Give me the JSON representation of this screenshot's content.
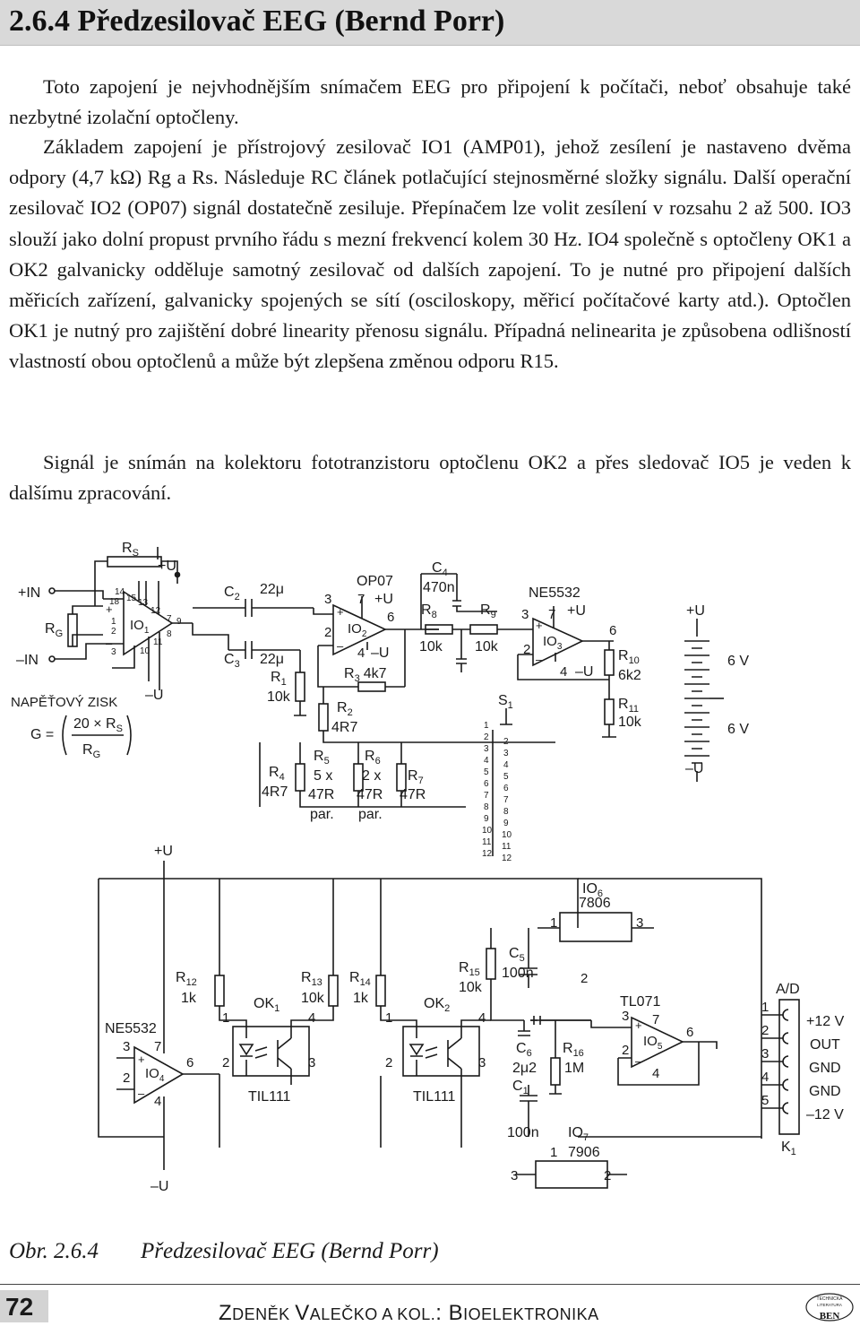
{
  "section_heading": "2.6.4 Předzesilovač EEG (Bernd Porr)",
  "paragraphs": [
    "Toto zapojení je nejvhodnějším snímačem EEG pro připojení k počítači, neboť obsahuje také nezbytné izolační optočleny.",
    "Základem zapojení je přístrojový zesilovač IO1 (AMP01), jehož zesílení je nastaveno dvěma odpory (4,7 kΩ) Rg a Rs. Následuje RC článek potlačující stejnosměrné složky signálu. Další operační zesilovač IO2 (OP07) signál dostatečně zesiluje. Přepínačem lze volit zesílení v rozsahu 2 až 500. IO3 slouží jako dolní propust prvního řádu s mezní frekvencí kolem 30 Hz. IO4 společně s optočleny OK1 a OK2 galvanicky odděluje samotný zesilovač od dalších zapojení. To je nutné pro připojení dalších měřicích zařízení, galvanicky spojených se sítí (osciloskopy, měřicí počítačové karty atd.). Optočlen OK1 je nutný pro zajištění dobré linearity přenosu signálu. Případná nelinearita je způsobena odlišností vlastností obou optočlenů a může být zlepšena změnou odporu R15.",
    "Signál je snímán na kolektoru fototranzistoru optočlenu OK2 a přes sledovač IO5 je veden k dalšímu zpracování."
  ],
  "schematic": {
    "inputs": {
      "plus_in": "+IN",
      "minus_in": "–IN"
    },
    "supply_plus": "+U",
    "supply_minus": "–U",
    "io1": {
      "name": "IO",
      "sub": "1",
      "pins": [
        "14",
        "18",
        "15",
        "13",
        "12",
        "1",
        "2",
        "3",
        "10",
        "11",
        "7",
        "9",
        "8"
      ]
    },
    "rg": {
      "name": "R",
      "sub": "G"
    },
    "rs": {
      "name": "R",
      "sub": "S"
    },
    "gain_caption": "NAPĚŤOVÝ ZISK",
    "gain_formula": {
      "lhs": "G =",
      "numerator": "20 × R",
      "num_sub": "S",
      "denominator": "R",
      "den_sub": "G"
    },
    "c2": {
      "name": "C",
      "sub": "2",
      "value": "22μ"
    },
    "c3": {
      "name": "C",
      "sub": "3",
      "value": "22μ"
    },
    "r1": {
      "name": "R",
      "sub": "1",
      "value": "10k"
    },
    "io2": {
      "type": "OP07",
      "name": "IO",
      "sub": "2",
      "pins": [
        "3",
        "2",
        "6",
        "7",
        "4"
      ]
    },
    "r3": {
      "name": "R",
      "sub": "3",
      "value": "4k7"
    },
    "r2": {
      "name": "R",
      "sub": "2",
      "value": "4R7"
    },
    "r4": {
      "name": "R",
      "sub": "4",
      "value": "4R7"
    },
    "r5": {
      "name": "R",
      "sub": "5",
      "value": "5 x",
      "value2": "47R",
      "note": "par."
    },
    "r6": {
      "name": "R",
      "sub": "6",
      "value": "2 x",
      "value2": "47R",
      "note": "par."
    },
    "r7": {
      "name": "R",
      "sub": "7",
      "value": "47R"
    },
    "c4": {
      "name": "C",
      "sub": "4",
      "value": "470n"
    },
    "r8": {
      "name": "R",
      "sub": "8",
      "value": "10k"
    },
    "r9": {
      "name": "R",
      "sub": "9",
      "value": "10k"
    },
    "io3": {
      "type": "NE5532",
      "name": "IO",
      "sub": "3",
      "pins": [
        "3",
        "2",
        "6",
        "7",
        "4"
      ]
    },
    "r10": {
      "name": "R",
      "sub": "10",
      "value": "6k2"
    },
    "r11": {
      "name": "R",
      "sub": "11",
      "value": "10k"
    },
    "s1": {
      "name": "S",
      "sub": "1",
      "left_positions": [
        "1",
        "2",
        "3",
        "4",
        "5",
        "6",
        "7",
        "8",
        "9",
        "10",
        "11",
        "12"
      ],
      "right_positions": [
        "2",
        "3",
        "4",
        "5",
        "6",
        "7",
        "8",
        "9",
        "10",
        "11",
        "12"
      ]
    },
    "battery_top": "6 V",
    "battery_bottom": "6 V",
    "io4": {
      "type": "NE5532",
      "name": "IO",
      "sub": "4",
      "pins": [
        "3",
        "7",
        "2",
        "4",
        "6"
      ]
    },
    "r12": {
      "name": "R",
      "sub": "12",
      "value": "1k"
    },
    "r13": {
      "name": "R",
      "sub": "13",
      "value": "10k"
    },
    "r14": {
      "name": "R",
      "sub": "14",
      "value": "1k"
    },
    "ok1": {
      "name": "OK",
      "sub": "1",
      "part": "TIL111",
      "pins": [
        "1",
        "4",
        "2",
        "3"
      ]
    },
    "ok2": {
      "name": "OK",
      "sub": "2",
      "part": "TIL111",
      "pins": [
        "1",
        "4",
        "2",
        "3"
      ]
    },
    "r15": {
      "name": "R",
      "sub": "15",
      "value": "10k"
    },
    "c5": {
      "name": "C",
      "sub": "5",
      "value": "100n"
    },
    "c6": {
      "name": "C",
      "sub": "6",
      "value": "2μ2"
    },
    "c1": {
      "name": "C",
      "sub": "1",
      "value": "100n"
    },
    "r16": {
      "name": "R",
      "sub": "16",
      "value": "1M"
    },
    "io5": {
      "type": "TL071",
      "name": "IO",
      "sub": "5",
      "pins": [
        "3",
        "7",
        "2",
        "4",
        "6"
      ]
    },
    "io6": {
      "name": "IO",
      "sub": "6",
      "part": "7806",
      "pins": [
        "1",
        "3",
        "2"
      ]
    },
    "io7": {
      "name": "IO",
      "sub": "7",
      "part": "7906",
      "pins": [
        "1",
        "3",
        "2"
      ]
    },
    "connector": {
      "name": "K",
      "sub": "1",
      "title": "A/D",
      "pins": [
        "1",
        "2",
        "3",
        "4",
        "5"
      ],
      "signals": [
        "+12 V",
        "OUT",
        "GND",
        "GND",
        "–12 V"
      ]
    }
  },
  "caption": {
    "number": "Obr. 2.6.4",
    "title": "Předzesilovač EEG (Bernd Porr)"
  },
  "footer": {
    "page_number": "72",
    "book_parts": [
      "Z",
      "DENĚK ",
      "V",
      "ALEČKO A KOL.",
      ": B",
      "IOELEKTRONIKA"
    ],
    "logo_text_top": "TECHNICKÁ",
    "logo_text_mid": "LITERATURA",
    "logo_text_bottom": "BEN"
  }
}
